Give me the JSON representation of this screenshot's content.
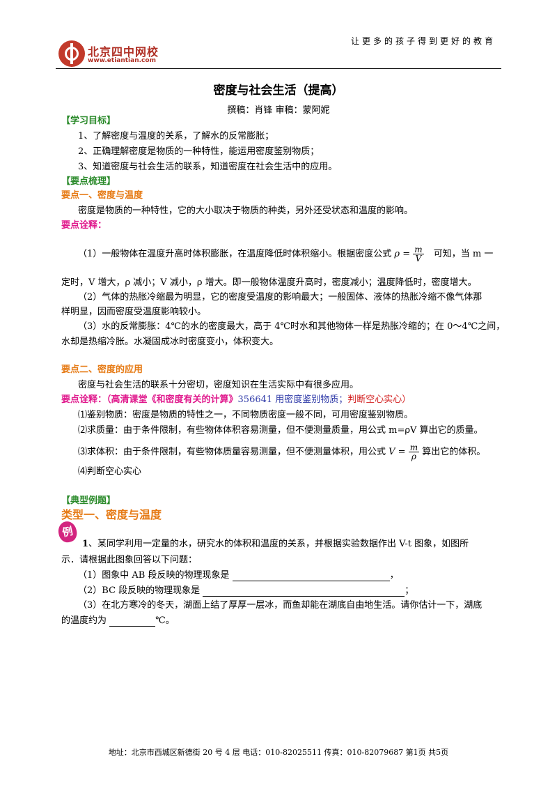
{
  "header": {
    "logo_name": "北京四中网校",
    "logo_url": "www.etiantian.com",
    "slogan": "让更多的孩子得到更好的教育"
  },
  "title": "密度与社会生活（提高）",
  "authors": "撰稿：肖锋   审稿：蒙阿妮",
  "goals": {
    "heading": "【学习目标】",
    "items": [
      "1、了解密度与温度的关系，了解水的反常膨胀；",
      "2、正确理解密度是物质的一种特性，能运用密度鉴别物质；",
      "3、知道密度与社会生活的联系，知道密度在社会生活中的应用。"
    ]
  },
  "review_heading": "【要点梳理】",
  "point1": {
    "heading": "要点一、密度与温度",
    "text": "密度是物质的一种特性，它的大小取决于物质的种类，另外还受状态和温度的影响。",
    "notes_heading": "要点诠释：",
    "n1_a": "（1）一般物体在温度升高时体积膨胀，在温度降低时体积缩小。根据密度公式",
    "n1_formula_lhs": "ρ =",
    "n1_formula_num": "m",
    "n1_formula_den": "V",
    "n1_b": "可知，当 m 一",
    "n1_c": "定时，V 增大，ρ 减小；V 减小，ρ 增大。即一般物体温度升高时，密度减小；温度降低时，密度增大。",
    "n2_a": "（2）气体的热胀冷缩最为明显，它的密度受温度的影响最大；一般固体、液体的热胀冷缩不像气体那",
    "n2_b": "样明显，因而密度受温度影响较小。",
    "n3_a": "（3）水的反常膨胀：4℃的水的密度最大，高于 4℃时水和其他物体一样是热胀冷缩的；在 0～4℃之间，",
    "n3_b": "水却是热缩冷胀。水凝固成冰时密度变小，体积变大。"
  },
  "point2": {
    "heading": "要点二、密度的应用",
    "text": "密度与社会生活的联系十分密切，密度知识在生活实际中有很多应用。",
    "notes_heading": "要点诠释：",
    "course_link": "（高清课堂《和密度有关的计算》",
    "course_id": "356641 用密度鉴别物质；",
    "course_tail": "判断空心实心）",
    "i1": "⑴鉴别物质：密度是物质的特性之一，不同物质密度一般不同，可用密度鉴别物质。",
    "i2": "⑵求质量：由于条件限制，有些物体体积容易测量，但不便测量质量，用公式 m=ρV 算出它的质量。",
    "i3_a": "⑶求体积：由于条件限制，有些物体质量容易测量，但不便测量体积，用公式",
    "i3_formula_lhs": "V =",
    "i3_formula_num": "m",
    "i3_formula_den": "ρ",
    "i3_b": "算出它的体积。",
    "i4": "⑷判断空心实心"
  },
  "examples": {
    "heading": "【典型例题】",
    "type1": "类型一、密度与温度",
    "badge": "例",
    "q_num": "1",
    "q_a": "、某同学利用一定量的水，研究水的体积和温度的关系，并根据实验数据作出 V-t 图象，如图所",
    "q_b": "示．请根据此图象回答以下问题：",
    "q1": "（1）图象中 AB 段反映的物理现象是",
    "q1_end": "，",
    "q2": "（2）BC 段反映的物理现象是",
    "q2_end": "；",
    "q3_a": "（3）在北方寒冷的冬天，湖面上结了厚厚一层冰，而鱼却能在湖底自由地生活。请你估计一下，湖底",
    "q3_b": "的温度约为",
    "q3_end": "℃。"
  },
  "footer": "地址：北京市西城区新德街 20 号 4 层  电话：010-82025511  传真：010-82079687   第1页  共5页"
}
